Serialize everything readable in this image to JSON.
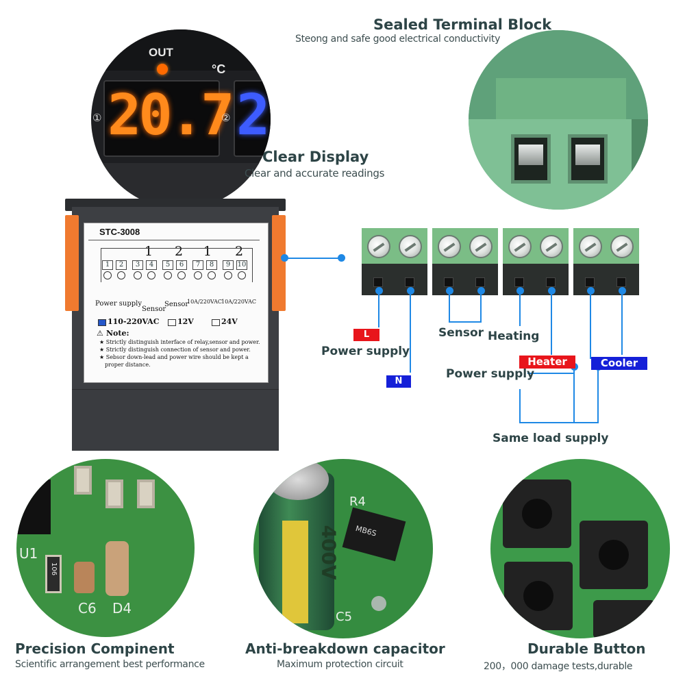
{
  "display": {
    "out_label": "OUT",
    "unit": "°C",
    "reading1": "20.7",
    "reading2": "2",
    "marker1": "①",
    "marker2": "②"
  },
  "features": {
    "clear_display": {
      "title": "Clear Display",
      "subtitle": "Clear and accurate readings"
    },
    "terminal_block": {
      "title": "Sealed Terminal Block",
      "subtitle": "Steong and safe good electrical conductivity"
    },
    "precision": {
      "title": "Precision Compinent",
      "subtitle": "Scientific arrangement best performance"
    },
    "capacitor": {
      "title": "Anti-breakdown capacitor",
      "subtitle": "Maximum protection circuit"
    },
    "button": {
      "title": "Durable Button",
      "subtitle": "200，000 damage tests,durable"
    }
  },
  "controller_label": {
    "model": "STC-3008",
    "group1": "1",
    "group2": "2",
    "group3": "1",
    "group4": "2",
    "terminals": [
      "1",
      "2",
      "3",
      "4",
      "5",
      "6",
      "7",
      "8",
      "9",
      "10"
    ],
    "power_supply": "Power supply",
    "sensor1": "Sensor",
    "sensor2": "Sensor",
    "relay1": "10A/220VAC",
    "relay2": "10A/220VAC",
    "voltage_options": [
      "110-220VAC",
      "12V",
      "24V"
    ],
    "note_title": "Note:",
    "notes": [
      "★ Strictly distinguish interface of relay,sensor and power.",
      "★ Strictly distinguish connection of sensor and power.",
      "★ Sebsor down-lead and power wire should be kept a",
      "proper distance."
    ]
  },
  "wiring": {
    "tag_L": "L",
    "tag_N": "N",
    "power_supply": "Power supply",
    "sensor": "Sensor",
    "heating": "Heating",
    "tag_heater": "Heater",
    "tag_cooler": "Cooler",
    "power_supply2": "Power supply",
    "same_load": "Same load supply"
  },
  "pcb_marks": {
    "u1": "U1",
    "c6": "C6",
    "d4": "D4",
    "r106": "106",
    "c5": "C5",
    "r4": "R4",
    "mb6s": "MB6S",
    "v400": "400V"
  },
  "colors": {
    "accent_blue": "#1e88e5",
    "tag_red": "#e8151b",
    "tag_blue": "#1520d8",
    "digit_orange": "#ff8a1c",
    "digit_blue": "#3d5cff",
    "terminal_green": "#7bbd86"
  }
}
